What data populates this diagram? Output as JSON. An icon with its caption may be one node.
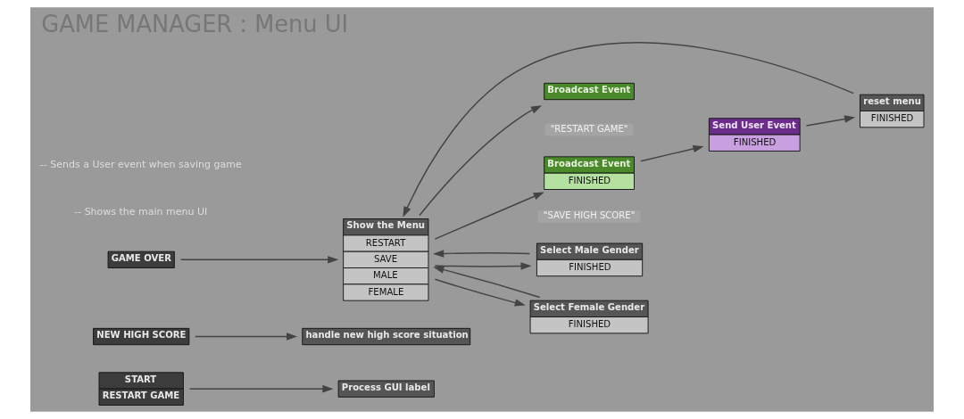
{
  "diagram": {
    "title": "GAME MANAGER : Menu UI",
    "nodes": [
      {
        "text": [
          "START",
          "RESTART GAME"
        ]
      },
      {
        "text": [
          "Process GUI label"
        ]
      },
      {
        "text": [
          "NEW HIGH SCORE"
        ]
      },
      {
        "text": [
          "handle new high score situation"
        ]
      },
      {
        "text": [
          "GAME OVER"
        ]
      },
      {
        "text": [
          "reset menu",
          "FINISHED"
        ]
      },
      {
        "text": [
          "Show the Menu",
          "RESTART",
          "SAVE",
          "MALE",
          "FEMALE"
        ]
      },
      {
        "text": [
          "Broadcast Event"
        ],
        "beside": [
          "\"RESTART GAME\""
        ]
      },
      {
        "text": [
          "Broadcast Event",
          "FINISHED"
        ],
        "beside": [
          "\"SAVE HIGH SCORE\""
        ]
      },
      {
        "text": [
          "Send User Event",
          "FINISHED"
        ]
      },
      {
        "text": [
          "Select Male Gender",
          "FINISHED"
        ]
      },
      {
        "text": [
          "Select Female Gender",
          "FINISHED"
        ]
      }
    ],
    "edges": [
      {
        "from": 0,
        "to": 1,
        "arrow": "to"
      },
      {
        "from": 2,
        "to": 3,
        "arrow": "to"
      },
      {
        "from": 4,
        "to": 6,
        "arrow": "to"
      },
      {
        "from": 5,
        "to": 6,
        "arrow": "to"
      },
      {
        "from": 6,
        "to": 7,
        "arrow": "to"
      },
      {
        "from": 6,
        "to": 8,
        "arrow": "to"
      },
      {
        "from": 8,
        "to": 9,
        "arrow": "to"
      },
      {
        "from": 9,
        "to": 5,
        "arrow": "to"
      },
      {
        "from": 6,
        "to": 10,
        "arrow": "to"
      },
      {
        "from": 10,
        "to": 6,
        "arrow": "to"
      },
      {
        "from": 6,
        "to": 11,
        "arrow": "to"
      },
      {
        "from": 11,
        "to": 6,
        "arrow": "to"
      }
    ],
    "labels": [
      "-- Shows the main menu UI",
      "-- Sends a User event when saving game"
    ]
  }
}
